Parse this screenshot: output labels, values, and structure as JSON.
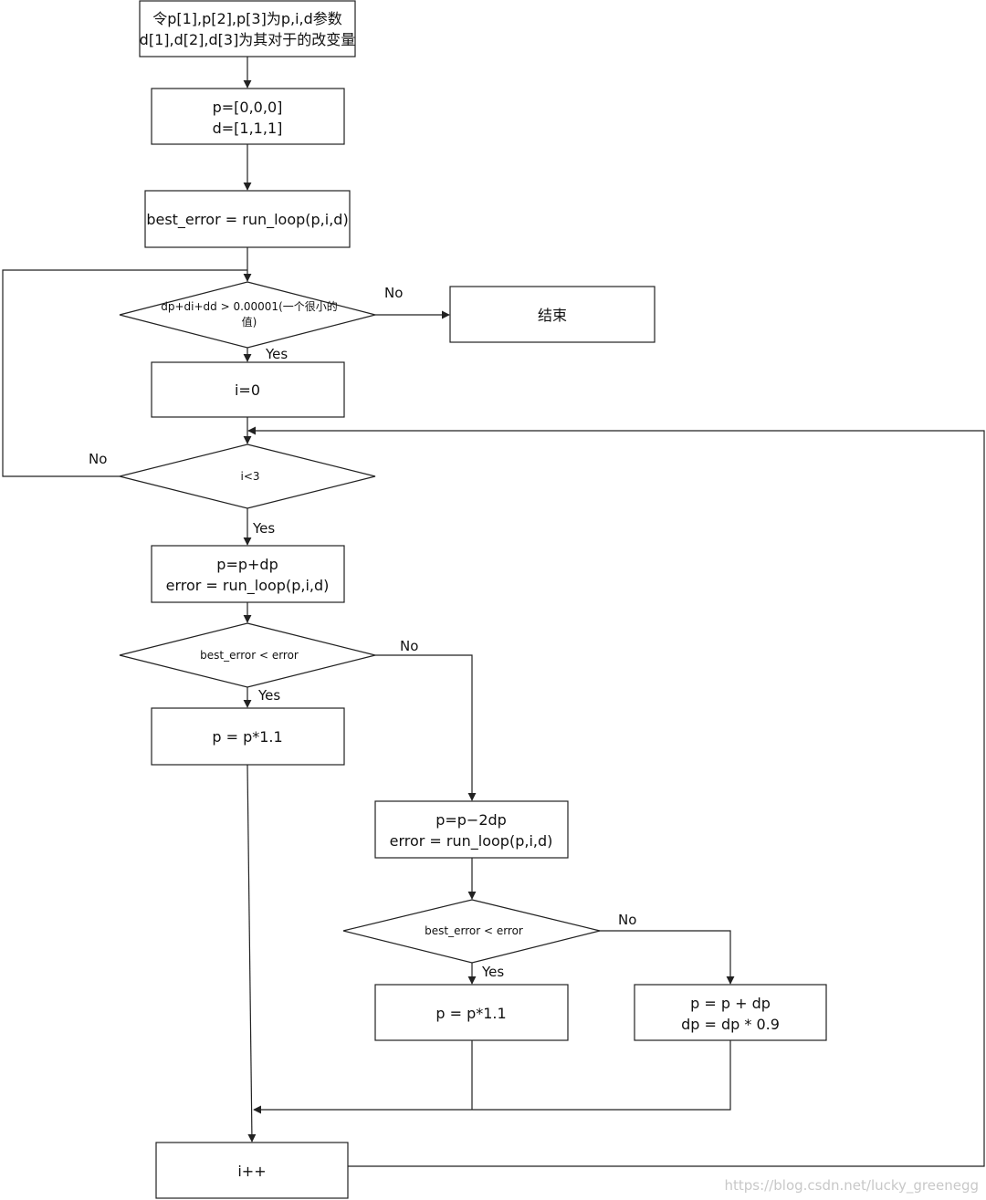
{
  "nodes": {
    "init_note": {
      "lines": [
        "令p[1],p[2],p[3]为p,i,d参数",
        "d[1],d[2],d[3]为其对于的改变量"
      ]
    },
    "init_values": {
      "lines": [
        "p=[0,0,0]",
        "d=[1,1,1]"
      ]
    },
    "best_error_init": {
      "lines": [
        "best_error = run_loop(p,i,d)"
      ]
    },
    "threshold_check": {
      "lines": [
        "dp+di+dd > 0.00001(一个很小的",
        "值)"
      ]
    },
    "end": {
      "lines": [
        "结束"
      ]
    },
    "i_init": {
      "lines": [
        "i=0"
      ]
    },
    "loop_check": {
      "lines": [
        "i<3"
      ]
    },
    "increase_p": {
      "lines": [
        "p=p+dp",
        "error = run_loop(p,i,d)"
      ]
    },
    "compare_1": {
      "lines": [
        "best_error < error"
      ]
    },
    "scale_up_1": {
      "lines": [
        "p = p*1.1"
      ]
    },
    "decrease_p": {
      "lines": [
        "p=p−2dp",
        "error = run_loop(p,i,d)"
      ]
    },
    "compare_2": {
      "lines": [
        "best_error < error"
      ]
    },
    "scale_up_2": {
      "lines": [
        "p = p*1.1"
      ]
    },
    "restore_shrink": {
      "lines": [
        "p = p + dp",
        "dp = dp * 0.9"
      ]
    },
    "increment_i": {
      "lines": [
        "i++"
      ]
    }
  },
  "edge_labels": {
    "threshold_no": "No",
    "threshold_yes": "Yes",
    "loop_no": "No",
    "loop_yes": "Yes",
    "compare1_no": "No",
    "compare1_yes": "Yes",
    "compare2_no": "No",
    "compare2_yes": "Yes"
  },
  "watermark": "https://blog.csdn.net/lucky_greenegg",
  "colors": {
    "stroke": "#222222",
    "text": "#111111",
    "watermark": "#c8c8c8"
  }
}
